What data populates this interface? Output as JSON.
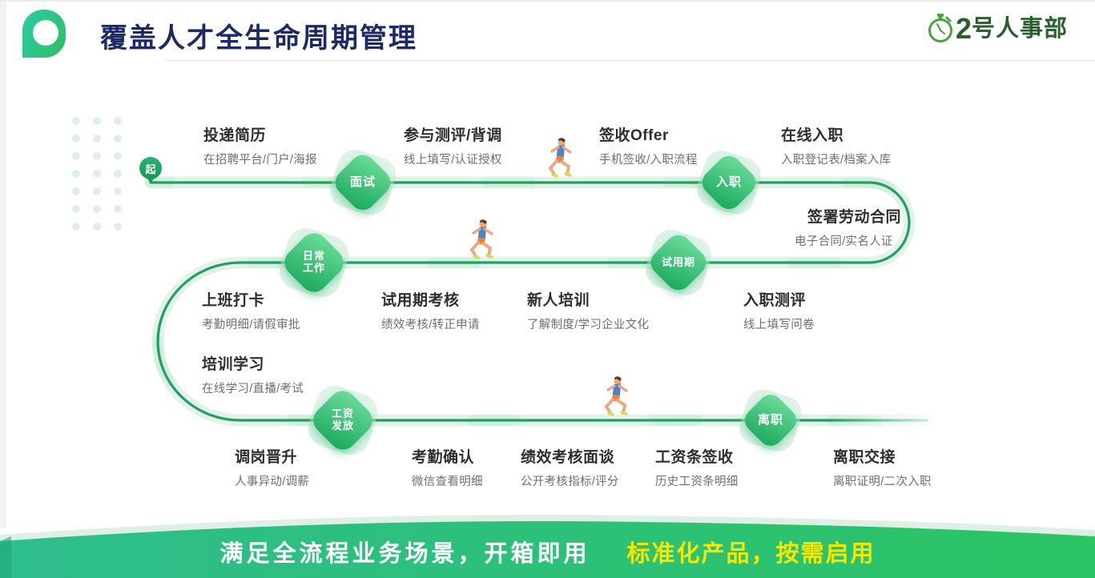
{
  "header": {
    "title": "覆盖人才全生命周期管理",
    "brand_number": "2",
    "brand_name": "号人事部"
  },
  "start_label": "起",
  "milestones": [
    {
      "line1": "面试",
      "line2": ""
    },
    {
      "line1": "入职",
      "line2": ""
    },
    {
      "line1": "日常",
      "line2": "工作"
    },
    {
      "line1": "试用期",
      "line2": ""
    },
    {
      "line1": "工资",
      "line2": "发放"
    },
    {
      "line1": "离职",
      "line2": ""
    }
  ],
  "stages": [
    {
      "title": "投递简历",
      "subtitle": "在招聘平台/门户/海报"
    },
    {
      "title": "参与测评/背调",
      "subtitle": "线上填写/认证授权"
    },
    {
      "title": "签收Offer",
      "subtitle": "手机签收/入职流程"
    },
    {
      "title": "在线入职",
      "subtitle": "入职登记表/档案入库"
    },
    {
      "title": "签署劳动合同",
      "subtitle": "电子合同/实名人证"
    },
    {
      "title": "上班打卡",
      "subtitle": "考勤明细/请假审批"
    },
    {
      "title": "试用期考核",
      "subtitle": "绩效考核/转正申请"
    },
    {
      "title": "新人培训",
      "subtitle": "了解制度/学习企业文化"
    },
    {
      "title": "入职测评",
      "subtitle": "线上填写问卷"
    },
    {
      "title": "培训学习",
      "subtitle": "在线学习/直播/考试"
    },
    {
      "title": "调岗晋升",
      "subtitle": "人事异动/调薪"
    },
    {
      "title": "考勤确认",
      "subtitle": "微信查看明细"
    },
    {
      "title": "绩效考核面谈",
      "subtitle": "公开考核指标/评分"
    },
    {
      "title": "工资条签收",
      "subtitle": "历史工资条明细"
    },
    {
      "title": "离职交接",
      "subtitle": "离职证明/二次入职"
    }
  ],
  "banner": {
    "text_white": "满足全流程业务场景，开箱即用",
    "text_yellow": "标准化产品，按需启用"
  },
  "colors": {
    "title_navy": "#1b2a66",
    "brand_green": "#2b5f2e",
    "path_green": "#20a064",
    "node_green_light": "#68d996",
    "node_green_dark": "#1fad62",
    "banner_left": "#2ebd8d",
    "banner_right": "#2cc464",
    "banner_yellow": "#f6e600"
  }
}
